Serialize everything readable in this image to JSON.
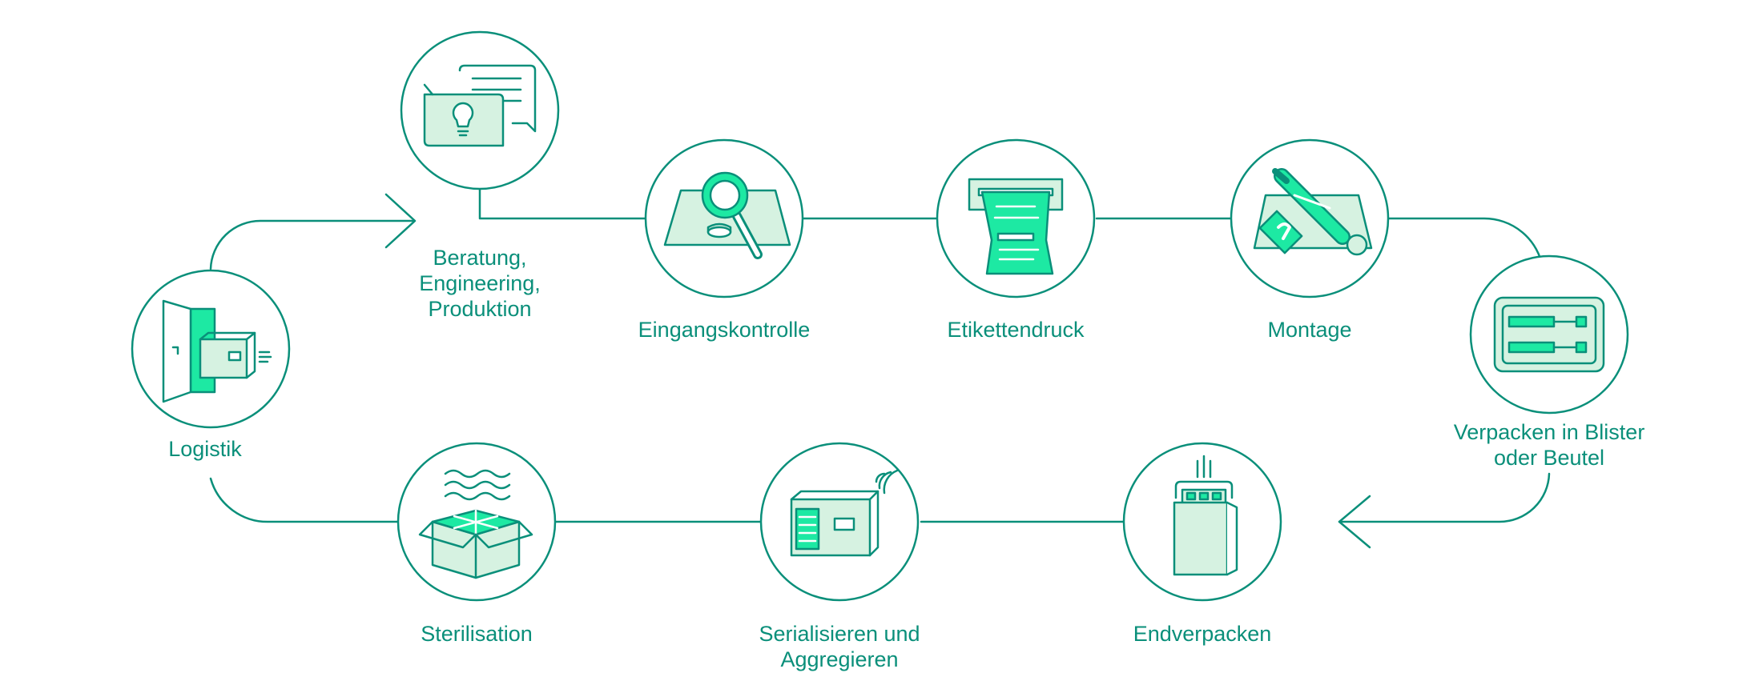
{
  "colors": {
    "teal": "#0a8f7a",
    "accent": "#1de9a3",
    "light": "#d6f2e1",
    "background": "#ffffff"
  },
  "steps": [
    {
      "id": "beratung",
      "icon": "chat-bulb-icon",
      "lines": [
        "Beratung,",
        "Engineering,",
        "Produktion"
      ]
    },
    {
      "id": "eingang",
      "icon": "magnifier-icon",
      "lines": [
        "Eingangskontrolle"
      ]
    },
    {
      "id": "etikett",
      "icon": "label-printer-icon",
      "lines": [
        "Etikettendruck"
      ]
    },
    {
      "id": "montage",
      "icon": "syringe-icon",
      "lines": [
        "Montage"
      ]
    },
    {
      "id": "blister",
      "icon": "blister-pack-icon",
      "lines": [
        "Verpacken in Blister",
        "oder Beutel"
      ]
    },
    {
      "id": "endverpacken",
      "icon": "bag-icon",
      "lines": [
        "Endverpacken"
      ]
    },
    {
      "id": "serialisieren",
      "icon": "rfid-box-icon",
      "lines": [
        "Serialisieren und",
        "Aggregieren"
      ]
    },
    {
      "id": "sterilisation",
      "icon": "steam-box-icon",
      "lines": [
        "Sterilisation"
      ]
    },
    {
      "id": "logistik",
      "icon": "door-box-icon",
      "lines": [
        "Logistik"
      ]
    }
  ]
}
